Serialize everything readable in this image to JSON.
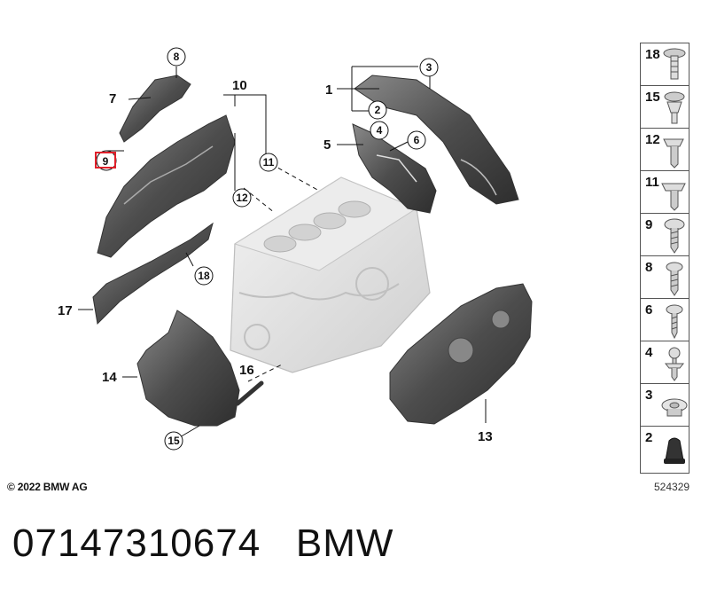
{
  "callouts": {
    "c1": "1",
    "c2": "2",
    "c3": "3",
    "c4": "4",
    "c5": "5",
    "c6": "6",
    "c7": "7",
    "c8": "8",
    "c9": "9",
    "c10": "10",
    "c11a": "11",
    "c12a": "12",
    "c13": "13",
    "c14": "14",
    "c15": "15",
    "c16": "16",
    "c17": "17",
    "c18": "18"
  },
  "legend": [
    {
      "num": "18",
      "icon": "push-rivet-icon"
    },
    {
      "num": "15",
      "icon": "expanding-rivet-icon"
    },
    {
      "num": "12",
      "icon": "clip-icon"
    },
    {
      "num": "11",
      "icon": "clip-icon"
    },
    {
      "num": "9",
      "icon": "screw-icon"
    },
    {
      "num": "8",
      "icon": "screw-icon"
    },
    {
      "num": "6",
      "icon": "screw-icon"
    },
    {
      "num": "4",
      "icon": "ball-stud-icon"
    },
    {
      "num": "3",
      "icon": "expanding-nut-icon"
    },
    {
      "num": "2",
      "icon": "rubber-grommet-icon"
    }
  ],
  "copyright": "© 2022 BMW AG",
  "reference_number": "524329",
  "part_number": "07147310674",
  "brand": "BMW",
  "highlight_color": "#e0202a"
}
